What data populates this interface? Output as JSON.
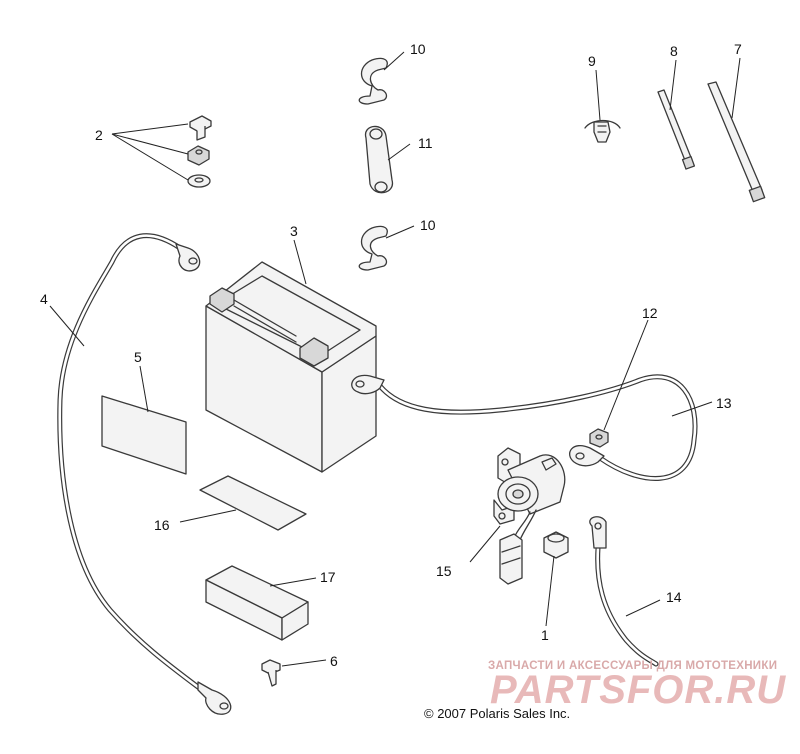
{
  "diagram": {
    "callouts": [
      {
        "id": "1",
        "label": "1"
      },
      {
        "id": "2",
        "label": "2"
      },
      {
        "id": "3",
        "label": "3"
      },
      {
        "id": "4",
        "label": "4"
      },
      {
        "id": "5",
        "label": "5"
      },
      {
        "id": "6",
        "label": "6"
      },
      {
        "id": "7",
        "label": "7"
      },
      {
        "id": "8",
        "label": "8"
      },
      {
        "id": "9",
        "label": "9"
      },
      {
        "id": "10a",
        "label": "10"
      },
      {
        "id": "10b",
        "label": "10"
      },
      {
        "id": "11",
        "label": "11"
      },
      {
        "id": "12",
        "label": "12"
      },
      {
        "id": "13",
        "label": "13"
      },
      {
        "id": "14",
        "label": "14"
      },
      {
        "id": "15",
        "label": "15"
      },
      {
        "id": "16",
        "label": "16"
      },
      {
        "id": "17",
        "label": "17"
      }
    ]
  },
  "copyright": "© 2007 Polaris Sales Inc.",
  "watermark": {
    "tagline": "ЗАПЧАСТИ И АКСЕССУАРЫ ДЛЯ МОТОТЕХНИКИ",
    "logo": "PARTSFOR.RU"
  }
}
